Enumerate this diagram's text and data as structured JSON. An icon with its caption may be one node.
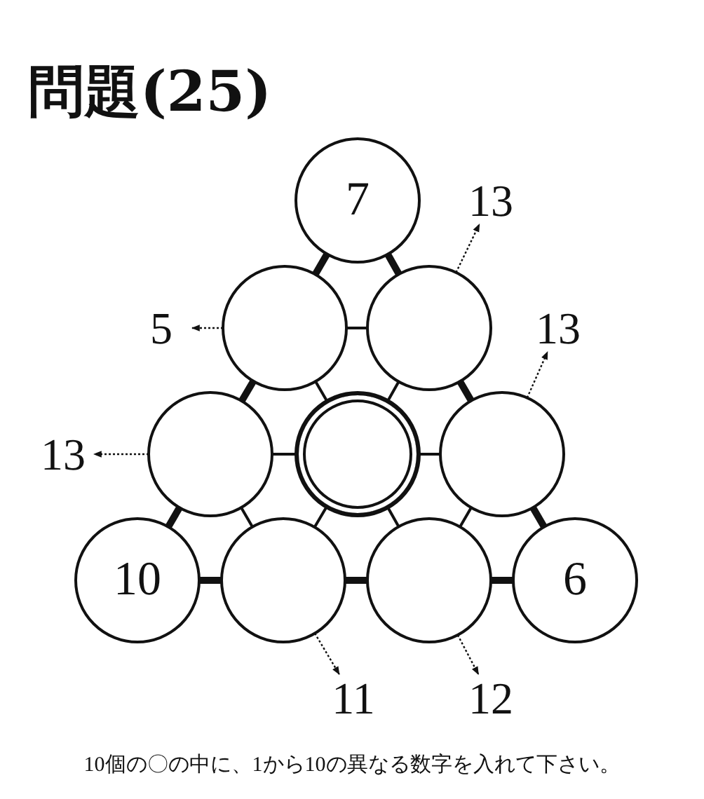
{
  "diagram": {
    "title": "問題(25)",
    "caption": "10個の〇の中に、1から10の異なる数字を入れて下さい。",
    "nodes": [
      {
        "text": [
          "7"
        ]
      },
      {
        "text": [
          "13"
        ]
      },
      {
        "text": [
          "5"
        ]
      },
      {
        "text": [],
        "shape": "circle"
      },
      {
        "text": [],
        "shape": "circle"
      },
      {
        "text": [
          "13"
        ]
      },
      {
        "text": [
          "13"
        ]
      },
      {
        "text": [],
        "shape": "circle"
      },
      {
        "text": [],
        "shape": "circle"
      },
      {
        "text": [],
        "shape": "circle"
      },
      {
        "text": [
          "10"
        ]
      },
      {
        "text": [],
        "shape": "circle"
      },
      {
        "text": [],
        "shape": "circle"
      },
      {
        "text": [
          "6"
        ]
      },
      {
        "text": [
          "11"
        ]
      },
      {
        "text": [
          "12"
        ]
      }
    ],
    "edges": [
      {
        "from": 0,
        "to": 3,
        "arrow": "none",
        "style": "thick"
      },
      {
        "from": 0,
        "to": 4,
        "arrow": "none",
        "style": "thick"
      },
      {
        "from": 3,
        "to": 4,
        "arrow": "none"
      },
      {
        "from": 3,
        "to": 7,
        "arrow": "none",
        "style": "thick"
      },
      {
        "from": 3,
        "to": 8,
        "arrow": "none"
      },
      {
        "from": 4,
        "to": 8,
        "arrow": "none"
      },
      {
        "from": 4,
        "to": 9,
        "arrow": "none",
        "style": "thick"
      },
      {
        "from": 7,
        "to": 8,
        "arrow": "none"
      },
      {
        "from": 8,
        "to": 9,
        "arrow": "none"
      },
      {
        "from": 7,
        "to": 10,
        "arrow": "none",
        "style": "thick"
      },
      {
        "from": 7,
        "to": 11,
        "arrow": "none"
      },
      {
        "from": 8,
        "to": 11,
        "arrow": "none"
      },
      {
        "from": 8,
        "to": 12,
        "arrow": "none"
      },
      {
        "from": 9,
        "to": 12,
        "arrow": "none"
      },
      {
        "from": 9,
        "to": 13,
        "arrow": "none",
        "style": "thick"
      },
      {
        "from": 10,
        "to": 11,
        "arrow": "none",
        "style": "thick"
      },
      {
        "from": 11,
        "to": 12,
        "arrow": "none",
        "style": "thick"
      },
      {
        "from": 12,
        "to": 13,
        "arrow": "none",
        "style": "thick"
      },
      {
        "from": 4,
        "to": 1,
        "arrow": "to",
        "style": "dashed"
      },
      {
        "from": 3,
        "to": 2,
        "arrow": "to",
        "style": "dashed"
      },
      {
        "from": 9,
        "to": 5,
        "arrow": "to",
        "style": "dashed"
      },
      {
        "from": 7,
        "to": 6,
        "arrow": "to",
        "style": "dashed"
      },
      {
        "from": 11,
        "to": 14,
        "arrow": "to",
        "style": "dashed"
      },
      {
        "from": 12,
        "to": 15,
        "arrow": "to",
        "style": "dashed"
      }
    ]
  }
}
